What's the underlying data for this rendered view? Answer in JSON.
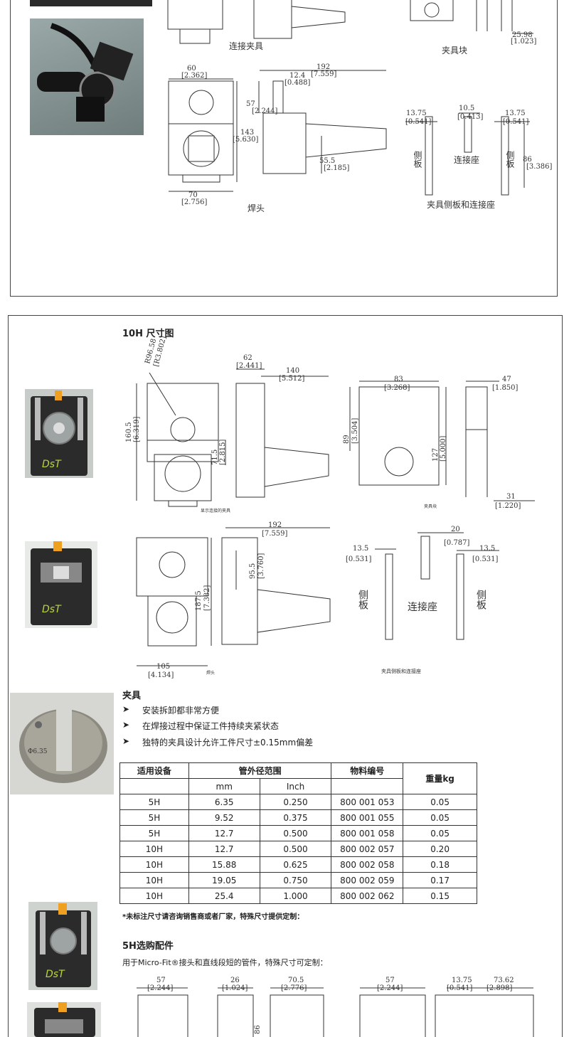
{
  "top_panel": {
    "captions": {
      "connect_fixture": "连接夹具",
      "clamp_block": "夹具块",
      "weld_head": "焊头",
      "side_plate_and_base": "夹具侧板和连接座",
      "side_plate": "侧板",
      "connect_base": "连接座"
    },
    "dims": {
      "d60": "60",
      "d60i": "[2.362]",
      "d192": "192",
      "d192i": "[7.559]",
      "d12": "12.4",
      "d12i": "[0.488]",
      "d57": "57",
      "d57i": "[2.244]",
      "d143": "143",
      "d143i": "[5.630]",
      "d55": "55.5",
      "d55i": "[2.185]",
      "d70": "70",
      "d70i": "[2.756]",
      "d13": "13.75",
      "d13i": "[0.541]",
      "d10": "10.5",
      "d10i": "[0.413]",
      "d13b": "13.75",
      "d13bi": "[0.541]",
      "d86": "86",
      "d86i": "[3.386]",
      "d25": "25.98",
      "d25i": "[1.023]"
    }
  },
  "panel_10h": {
    "title": "10H 尺寸图",
    "captions": {
      "connect_fixture": "显示连接的夹具",
      "clamp_block": "夹具块",
      "weld_head": "焊头",
      "side_plate_and_base": "夹具侧板和连接座",
      "side_plate": "侧板",
      "connect_base": "连接座"
    },
    "dims": {
      "r96": "R96.58",
      "r96i": "[R3.802]",
      "d62": "62",
      "d62i": "[2.441]",
      "d140": "140",
      "d140i": "[5.512]",
      "d160": "160.5",
      "d160i": "[6.319]",
      "d71": "71.5",
      "d71i": "[2.815]",
      "d83": "83",
      "d83i": "[3.268]",
      "d89": "89",
      "d89i": "[3.504]",
      "d127": "127",
      "d127i": "[5.000]",
      "d47": "47",
      "d47i": "[1.850]",
      "d31": "31",
      "d31i": "[1.220]",
      "d192": "192",
      "d192i": "[7.559]",
      "d95": "95.5",
      "d95i": "[3.760]",
      "d187": "187.5",
      "d187i": "[7.382]",
      "d105": "105",
      "d105i": "[4.134]",
      "d13a": "13.5",
      "d13ai": "[0.531]",
      "d20": "20",
      "d20i": "[0.787]",
      "d13b": "13.5",
      "d13bi": "[0.531]"
    },
    "fixture": {
      "title": "夹具",
      "bullets": [
        "安装拆卸都非常方便",
        "在焊接过程中保证工件持续夹紧状态",
        "独特的夹具设计允许工件尺寸±0.15mm偏差"
      ],
      "photo_label": "Φ6.35"
    },
    "table": {
      "headers": {
        "device": "适用设备",
        "range": "管外径范围",
        "mm": "mm",
        "inch": "Inch",
        "part_no": "物料编号",
        "weight": "重量kg"
      },
      "rows": [
        [
          "5H",
          "6.35",
          "0.250",
          "800 001 053",
          "0.05"
        ],
        [
          "5H",
          "9.52",
          "0.375",
          "800 001 055",
          "0.05"
        ],
        [
          "5H",
          "12.7",
          "0.500",
          "800 001 058",
          "0.05"
        ],
        [
          "10H",
          "12.7",
          "0.500",
          "800 002 057",
          "0.20"
        ],
        [
          "10H",
          "15.88",
          "0.625",
          "800 002 058",
          "0.18"
        ],
        [
          "10H",
          "19.05",
          "0.750",
          "800 002 059",
          "0.17"
        ],
        [
          "10H",
          "25.4",
          "1.000",
          "800 002 062",
          "0.15"
        ]
      ],
      "note": "*未标注尺寸请咨询销售商或者厂家，特殊尺寸提供定制："
    },
    "accessories": {
      "title": "5H选购配件",
      "desc": "用于Micro-Fit®接头和直线段短的管件，特殊尺寸可定制：",
      "dims": {
        "d57a": "57",
        "d57ai": "[2.244]",
        "d26": "26",
        "d26i": "[1.024]",
        "d70": "70.5",
        "d70i": "[2.776]",
        "d86": "86",
        "d57b": "57",
        "d57bi": "[2.244]",
        "d13": "13.75",
        "d13i": "[0.541]",
        "d73": "73.62",
        "d73i": "[2.898]"
      }
    },
    "logo_text": "DsT",
    "colors": {
      "accent_orange": "#f0a020",
      "logo_green": "#b8d83a",
      "line": "#333333"
    }
  }
}
